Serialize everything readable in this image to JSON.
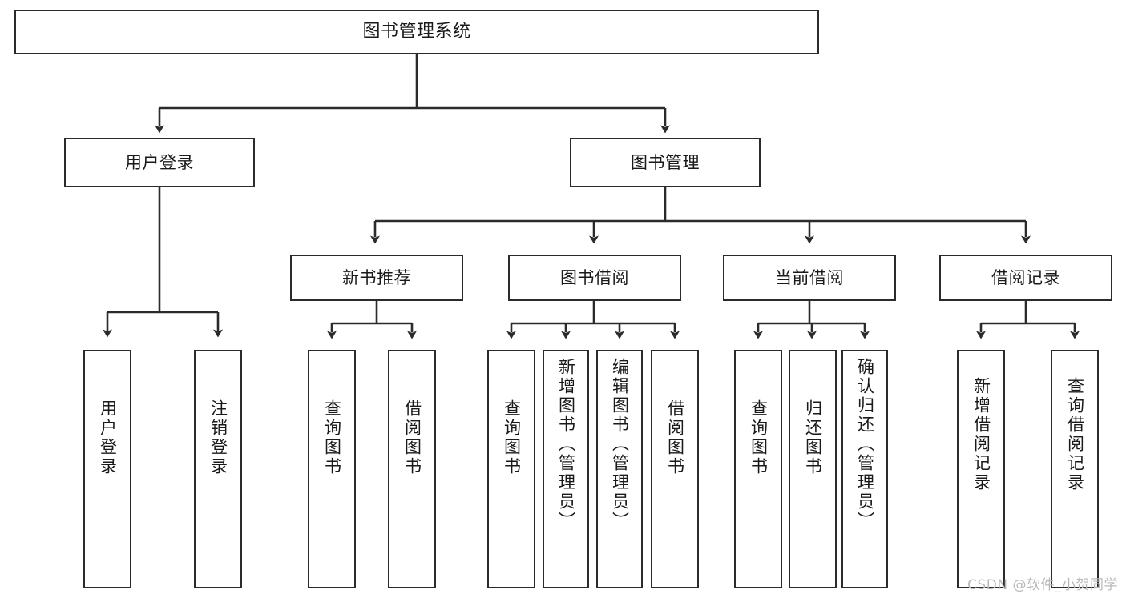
{
  "diagram": {
    "type": "tree-hierarchy",
    "title": "图书管理系统",
    "orientation": "top-down",
    "style": {
      "box_fill": "#ffffff",
      "box_stroke": "#2b2b2b",
      "edge_color": "#2b2b2b",
      "text_color": "#1a1a1a",
      "background": "#ffffff",
      "watermark_color": "#b9b9b9"
    },
    "nodes": {
      "root": {
        "label": "图书管理系统",
        "level": 0
      },
      "level1": [
        {
          "id": "user-login",
          "label": "用户登录"
        },
        {
          "id": "book-management",
          "label": "图书管理"
        }
      ],
      "level2": [
        {
          "id": "new-book-recommend",
          "label": "新书推荐",
          "parent": "book-management"
        },
        {
          "id": "book-borrow",
          "label": "图书借阅",
          "parent": "book-management"
        },
        {
          "id": "current-borrow",
          "label": "当前借阅",
          "parent": "book-management"
        },
        {
          "id": "borrow-record",
          "label": "借阅记录",
          "parent": "book-management"
        }
      ],
      "leaves": {
        "user-login": [
          {
            "id": "leaf-user-login",
            "label": "用户登录"
          },
          {
            "id": "leaf-logout-login",
            "label": "注销登录"
          }
        ],
        "new-book-recommend": [
          {
            "id": "leaf-query-book-1",
            "label": "查询图书"
          },
          {
            "id": "leaf-borrow-book-1",
            "label": "借阅图书"
          }
        ],
        "book-borrow": [
          {
            "id": "leaf-query-book-2",
            "label": "查询图书"
          },
          {
            "id": "leaf-add-book",
            "label": "新增图书（管理员）"
          },
          {
            "id": "leaf-edit-book",
            "label": "编辑图书（管理员）"
          },
          {
            "id": "leaf-borrow-book-2",
            "label": "借阅图书"
          }
        ],
        "current-borrow": [
          {
            "id": "leaf-query-book-3",
            "label": "查询图书"
          },
          {
            "id": "leaf-return-book",
            "label": "归还图书"
          },
          {
            "id": "leaf-confirm-return",
            "label": "确认归还（管理员）"
          }
        ],
        "borrow-record": [
          {
            "id": "leaf-add-record",
            "label": "新增借阅记录"
          },
          {
            "id": "leaf-query-record",
            "label": "查询借阅记录"
          }
        ]
      }
    },
    "watermark": "CSDN @软件_小贺同学"
  }
}
